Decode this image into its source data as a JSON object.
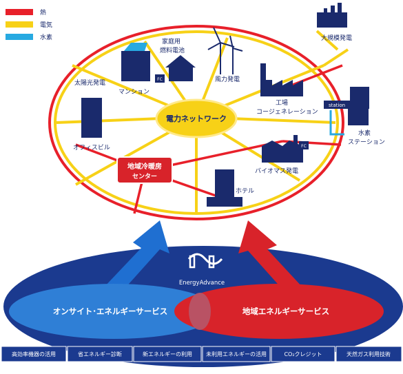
{
  "legend": [
    {
      "label": "熱",
      "color": "#e8202a"
    },
    {
      "label": "電気",
      "color": "#f7d117"
    },
    {
      "label": "水素",
      "color": "#27a9e1"
    }
  ],
  "center": {
    "label": "電力ネットワーク"
  },
  "district_center": {
    "line1": "地域冷暖房",
    "line2": "センター"
  },
  "facilities": {
    "large_power": "大規模発電",
    "home_fuel_cell_1": "家庭用",
    "home_fuel_cell_2": "燃料電池",
    "wind": "風力発電",
    "solar": "太陽光発電",
    "mansion": "マンション",
    "factory_1": "工場",
    "factory_2": "コージェネレーション",
    "office": "オフィスビル",
    "hydrogen_1": "水素",
    "hydrogen_2": "ステーション",
    "station_sign": "station",
    "biomass": "バイオマス発電",
    "hotel": "ホテル",
    "fc_tag_1": "FC",
    "fc_tag_2": "FC"
  },
  "brand": {
    "name": "EnergyAdvance"
  },
  "services": {
    "onsite": "オンサイト･エネルギーサービス",
    "regional": "地域エネルギーサービス"
  },
  "bottom_items": [
    "高効率機器の活用",
    "省エネルギー診断",
    "新エネルギーの利用",
    "未利用エネルギーの活用",
    "CO₂クレジット",
    "天然ガス利用技術"
  ]
}
